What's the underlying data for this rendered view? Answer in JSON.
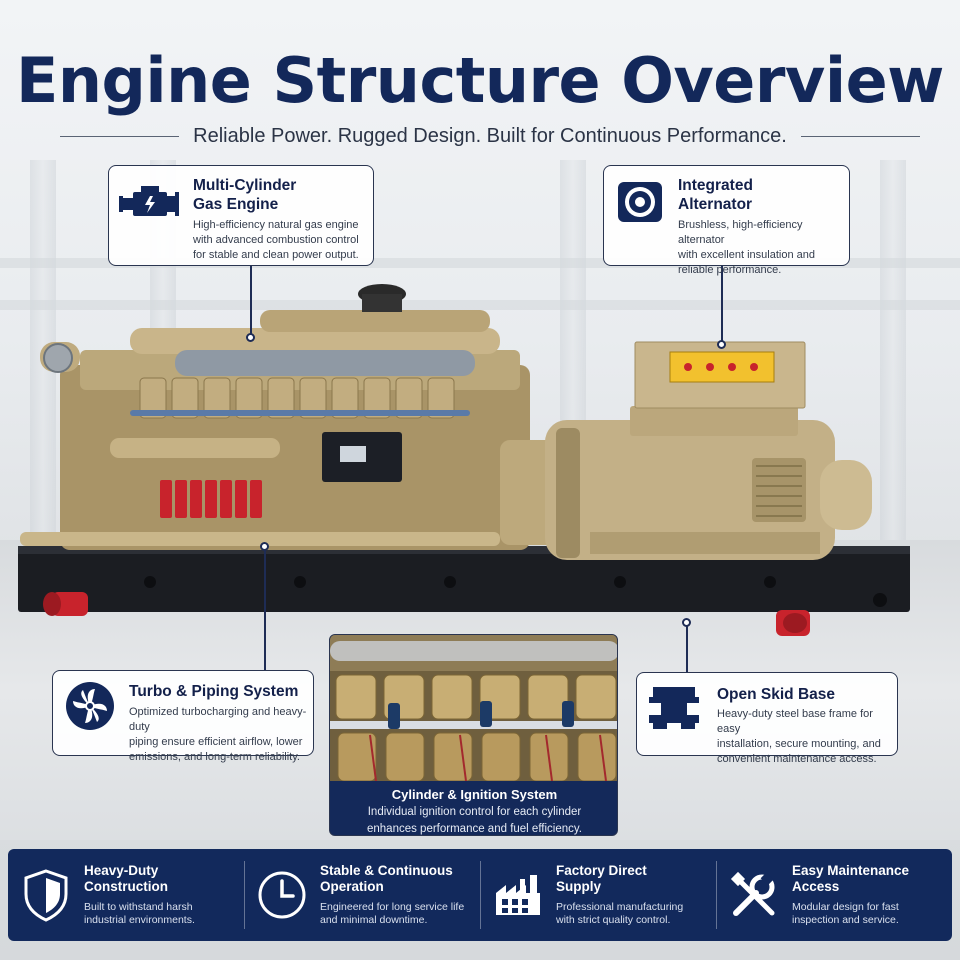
{
  "header": {
    "title": "Engine Structure Overview",
    "subtitle": "Reliable Power. Rugged Design. Built for Continuous Performance."
  },
  "colors": {
    "navy": "#13285a",
    "engine_gold": "#b9a477",
    "base_black": "#1b1d22",
    "accent_red": "#c8232c",
    "panel_yellow": "#f2c12e"
  },
  "features": {
    "engine": {
      "title_line1": "Multi-Cylinder",
      "title_line2": "Gas Engine",
      "desc_line1": "High-efficiency natural gas engine",
      "desc_line2": "with advanced combustion control",
      "desc_line3": "for stable and clean power output.",
      "icon": "engine-icon"
    },
    "alternator": {
      "title_line1": "Integrated",
      "title_line2": "Alternator",
      "desc_line1": "Brushless, high-efficiency alternator",
      "desc_line2": "with excellent insulation and",
      "desc_line3": "reliable performance.",
      "icon": "alternator-icon"
    },
    "turbo": {
      "title": "Turbo & Piping System",
      "desc_line1": "Optimized turbocharging and heavy-duty",
      "desc_line2": "piping ensure efficient airflow, lower",
      "desc_line3": "emissions, and long-term reliability.",
      "icon": "turbo-fan-icon"
    },
    "skid": {
      "title": "Open Skid Base",
      "desc_line1": "Heavy-duty steel base frame for easy",
      "desc_line2": "installation, secure mounting, and",
      "desc_line3": "convenient maintenance access.",
      "icon": "skid-base-icon"
    },
    "cylinder": {
      "title": "Cylinder & Ignition System",
      "desc_line1": "Individual ignition control for each cylinder",
      "desc_line2": "enhances performance and fuel efficiency."
    }
  },
  "footer": [
    {
      "title_line1": "Heavy-Duty",
      "title_line2": "Construction",
      "desc_line1": "Built to withstand harsh",
      "desc_line2": "industrial environments.",
      "icon": "shield-icon"
    },
    {
      "title_line1": "Stable & Continuous",
      "title_line2": "Operation",
      "desc_line1": "Engineered for long service life",
      "desc_line2": "and minimal downtime.",
      "icon": "clock-icon"
    },
    {
      "title_line1": "Factory Direct",
      "title_line2": "Supply",
      "desc_line1": "Professional manufacturing",
      "desc_line2": "with strict quality control.",
      "icon": "factory-icon"
    },
    {
      "title_line1": "Easy Maintenance",
      "title_line2": "Access",
      "desc_line1": "Modular design for fast",
      "desc_line2": "inspection and service.",
      "icon": "tools-icon"
    }
  ]
}
